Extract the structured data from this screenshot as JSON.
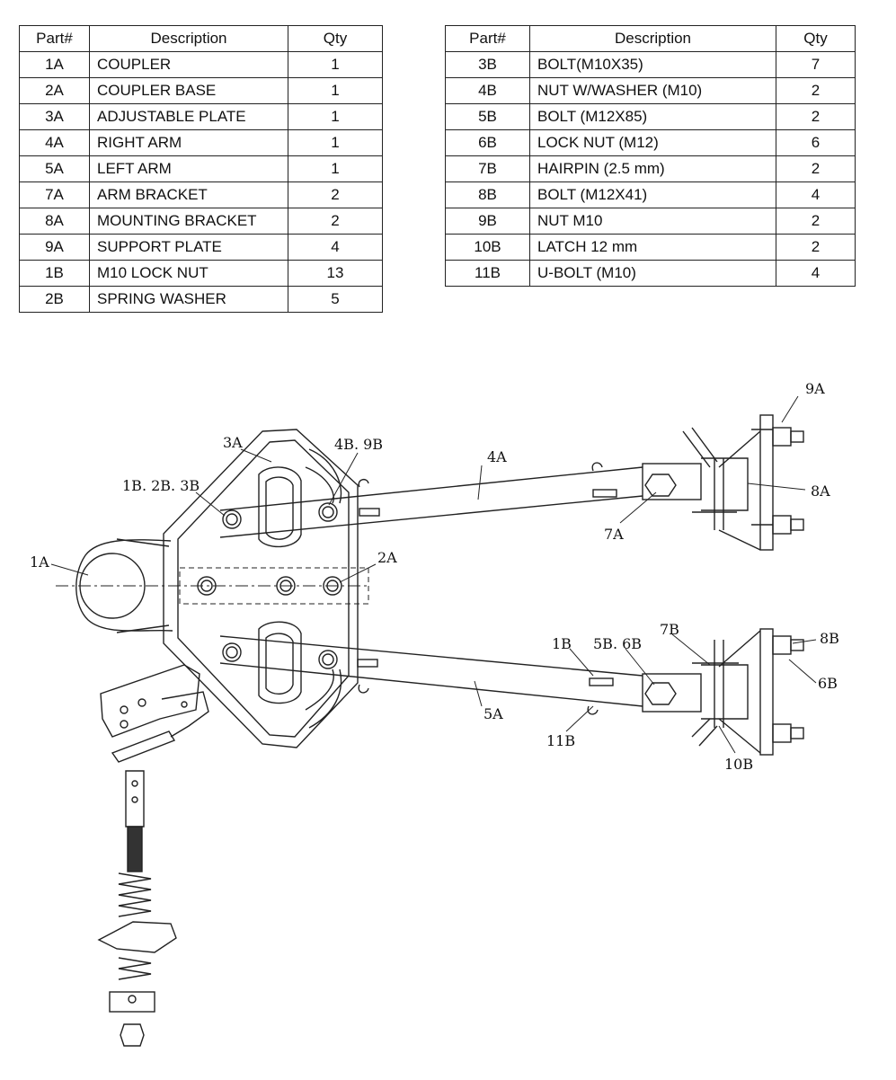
{
  "table_left": {
    "headers": [
      "Part#",
      "Description",
      "Qty"
    ],
    "rows": [
      [
        "1A",
        "COUPLER",
        "1"
      ],
      [
        "2A",
        "COUPLER BASE",
        "1"
      ],
      [
        "3A",
        "ADJUSTABLE PLATE",
        "1"
      ],
      [
        "4A",
        "RIGHT ARM",
        "1"
      ],
      [
        "5A",
        "LEFT ARM",
        "1"
      ],
      [
        "7A",
        "ARM BRACKET",
        "2"
      ],
      [
        "8A",
        "MOUNTING BRACKET",
        "2"
      ],
      [
        "9A",
        "SUPPORT PLATE",
        "4"
      ],
      [
        "1B",
        "M10 LOCK NUT",
        "13"
      ],
      [
        "2B",
        "SPRING WASHER",
        "5"
      ]
    ]
  },
  "table_right": {
    "headers": [
      "Part#",
      "Description",
      "Qty"
    ],
    "rows": [
      [
        "3B",
        "BOLT(M10X35)",
        "7"
      ],
      [
        "4B",
        "NUT W/WASHER (M10)",
        "2"
      ],
      [
        "5B",
        "BOLT (M12X85)",
        "2"
      ],
      [
        "6B",
        "LOCK NUT (M12)",
        "6"
      ],
      [
        "7B",
        "HAIRPIN (2.5 mm)",
        "2"
      ],
      [
        "8B",
        "BOLT (M12X41)",
        "4"
      ],
      [
        "9B",
        "NUT M10",
        "2"
      ],
      [
        "10B",
        "LATCH 12 mm",
        "2"
      ],
      [
        "11B",
        "U-BOLT (M10)",
        "4"
      ]
    ]
  },
  "callouts": {
    "c9A": "9A",
    "c3A": "3A",
    "c4B9B": "4B. 9B",
    "c4A": "4A",
    "c1B2B3B": "1B. 2B. 3B",
    "c8A": "8A",
    "c7A": "7A",
    "c1A": "1A",
    "c2A": "2A",
    "c7B": "7B",
    "c1B": "1B",
    "c5B6B": "5B. 6B",
    "c8B": "8B",
    "c6B": "6B",
    "c5A": "5A",
    "c11B": "11B",
    "c10B": "10B"
  }
}
